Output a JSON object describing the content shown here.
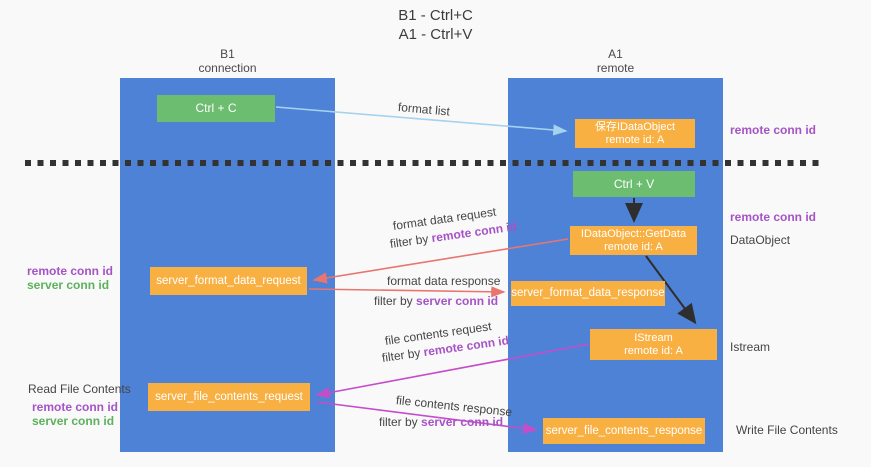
{
  "title": {
    "line1": "B1 - Ctrl+C",
    "line2": "A1 - Ctrl+V"
  },
  "columns": {
    "left": {
      "header_line1": "B1",
      "header_line2": "connection"
    },
    "right": {
      "header_line1": "A1",
      "header_line2": "remote"
    }
  },
  "nodes": {
    "ctrl_c": {
      "label": "Ctrl + C"
    },
    "save_dataobject": {
      "line1": "保存IDataObject",
      "line2": "remote id: A"
    },
    "ctrl_v": {
      "label": "Ctrl + V"
    },
    "getdata": {
      "line1": "IDataObject::GetData",
      "line2": "remote id: A"
    },
    "format_request": {
      "label": "server_format_data_request"
    },
    "format_response": {
      "label": "server_format_data_response"
    },
    "istream": {
      "line1": "IStream",
      "line2": "remote id: A"
    },
    "file_request": {
      "label": "server_file_contents_request"
    },
    "file_response": {
      "label": "server_file_contents_response"
    }
  },
  "arrow_labels": {
    "format_list": "format list",
    "format_data_request": "format data request",
    "filter_remote_1": {
      "prefix": "filter by ",
      "id": "remote conn id"
    },
    "format_data_response": "format data response",
    "filter_server_1": {
      "prefix": "filter by ",
      "id": "server conn id"
    },
    "file_contents_request": "file contents request",
    "filter_remote_2": {
      "prefix": "filter by ",
      "id": "remote conn id"
    },
    "file_contents_response": "file contents response",
    "filter_server_2": {
      "prefix": "filter by ",
      "id": "server conn id"
    }
  },
  "side_labels": {
    "right_remote_1": "remote conn id",
    "right_remote_2": "remote conn id",
    "dataobject": "DataObject",
    "istream": "Istream",
    "write_file": "Write File Contents",
    "left_remote_1": "remote conn id",
    "left_server_1": "server conn id",
    "read_file": "Read File Contents",
    "left_remote_2": "remote conn id",
    "left_server_2": "server conn id"
  },
  "colors": {
    "background": "#f9f9f9",
    "column_blue": "#4e82d7",
    "box_green": "#6dbd71",
    "box_orange": "#f9b042",
    "arrow_light_blue": "#a5d2ef",
    "arrow_salmon": "#e8756e",
    "arrow_magenta": "#c44ec9",
    "arrow_black": "#2e2e2e",
    "text_purple": "#a653c6",
    "text_green": "#5cb15c",
    "text_dark": "#454545"
  }
}
